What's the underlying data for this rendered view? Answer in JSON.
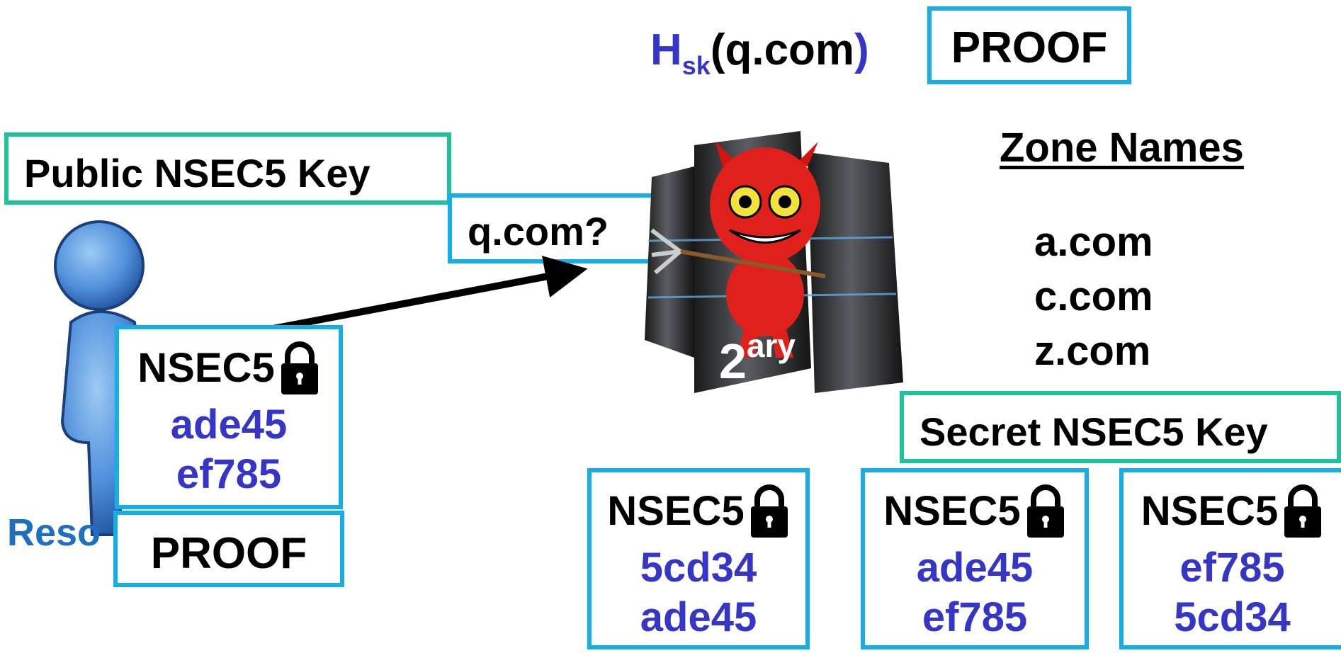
{
  "hash": {
    "h": "H",
    "sub": "sk",
    "arg": "(q.com",
    "paren_close": ")"
  },
  "proof_top": "PROOF",
  "public_key": "Public NSEC5 Key",
  "query": "q.com?",
  "zone": {
    "title": "Zone Names",
    "names": [
      "a.com",
      "c.com",
      "z.com"
    ]
  },
  "secret_key": "Secret NSEC5 Key",
  "server_label": {
    "base": "2",
    "sup": "ary"
  },
  "resolver": {
    "label_partial": "Reso",
    "record": {
      "header": "NSEC5",
      "values": [
        "ade45",
        "ef785"
      ]
    },
    "proof": "PROOF"
  },
  "records": [
    {
      "header": "NSEC5",
      "values": [
        "5cd34",
        "ade45"
      ]
    },
    {
      "header": "NSEC5",
      "values": [
        "ade45",
        "ef785"
      ]
    },
    {
      "header": "NSEC5",
      "values": [
        "ef785",
        "5cd34"
      ]
    }
  ],
  "colors": {
    "green": "#1fc29a",
    "blue": "#16aee6",
    "text_blue": "#3535c8",
    "resolver_blue": "#1f6fc0"
  }
}
